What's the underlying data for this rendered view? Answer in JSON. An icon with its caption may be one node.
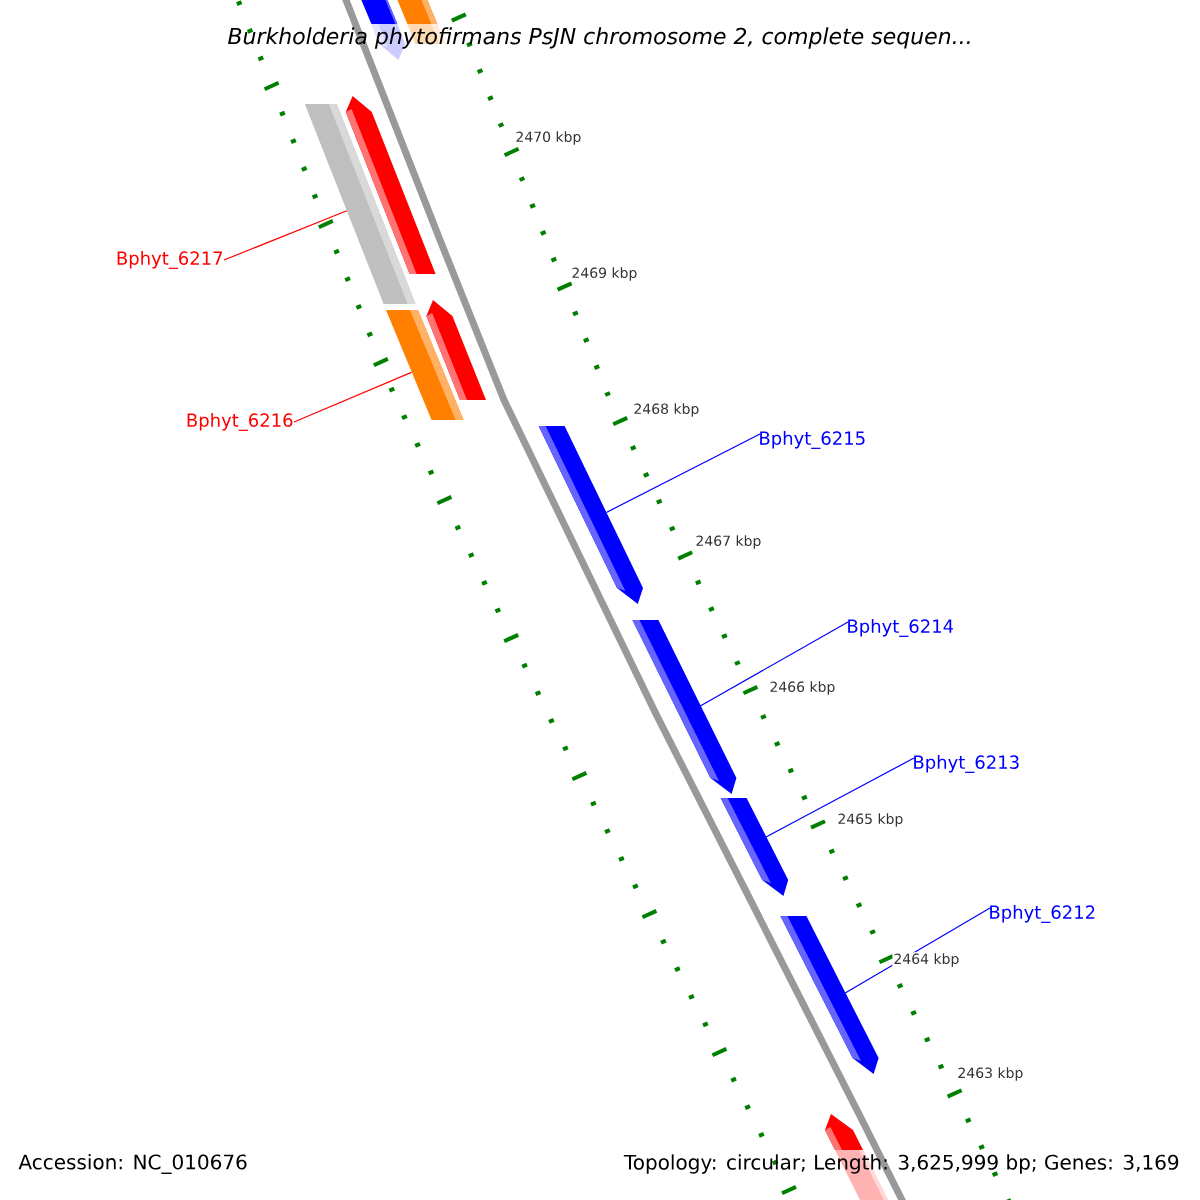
{
  "diagram": {
    "title": "Burkholderia phytofirmans PsJN chromosome 2, complete sequen...",
    "nodes": [
      {
        "text": [
          "Bphyt_6217"
        ]
      },
      {
        "text": [
          "Bphyt_6216"
        ]
      },
      {
        "text": [
          "Bphyt_6215"
        ]
      },
      {
        "text": [
          "Bphyt_6214"
        ]
      },
      {
        "text": [
          "Bphyt_6213"
        ]
      },
      {
        "text": [
          "Bphyt_6212"
        ]
      },
      {
        "text": [],
        "shape": "bar"
      },
      {
        "text": [],
        "shape": "bar"
      },
      {
        "text": [],
        "shape": "bar"
      },
      {
        "text": [],
        "shape": "bar"
      },
      {
        "text": [],
        "shape": "bar"
      },
      {
        "text": [],
        "shape": "bar"
      },
      {
        "text": [],
        "shape": "bar"
      },
      {
        "text": [],
        "shape": "bar"
      },
      {
        "text": [],
        "shape": "bar"
      },
      {
        "text": [],
        "shape": "bar"
      },
      {
        "text": [],
        "shape": "bar"
      }
    ],
    "edges": [
      {
        "from": 0,
        "to": 9,
        "arrow": "none",
        "color": "#ff0000"
      },
      {
        "from": 1,
        "to": 11,
        "arrow": "none",
        "color": "#ff0000"
      },
      {
        "from": 2,
        "to": 12,
        "arrow": "none"
      },
      {
        "from": 3,
        "to": 13,
        "arrow": "none"
      },
      {
        "from": 4,
        "to": 14,
        "arrow": "none"
      },
      {
        "from": 5,
        "to": 15,
        "arrow": "none"
      }
    ],
    "labels": [
      "2470 kbp",
      "2469 kbp",
      "2468 kbp",
      "2467 kbp",
      "2466 kbp",
      "2465 kbp",
      "2464 kbp",
      "2463 kbp",
      "Accession: NC_010676",
      "Topology: circular; Length: 3,625,999 bp; Genes: 3,169"
    ]
  }
}
